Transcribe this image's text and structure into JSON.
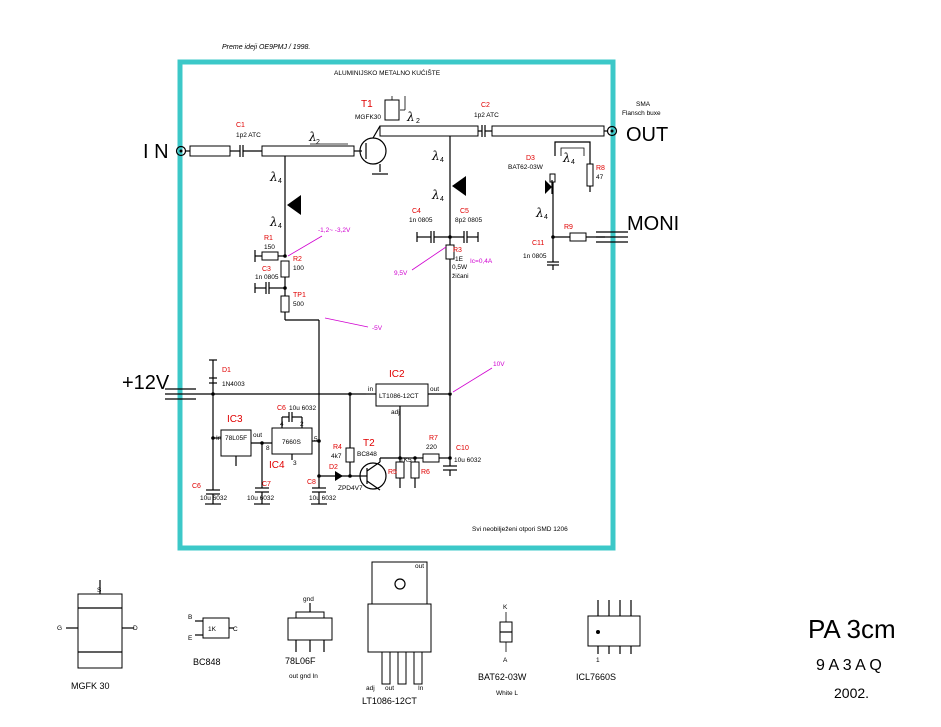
{
  "header": {
    "note": "Preme ideji OE9PMJ / 1998."
  },
  "enclosure": {
    "label": "ALUMINIJSKO METALNO KUĆIŠTE",
    "color": "#3cc8c8"
  },
  "ports": {
    "in": "I N",
    "out": "OUT",
    "moni": "MONI",
    "supply": "+12V",
    "sma": "SMA",
    "sma2": "Flansch buxe"
  },
  "lambda": {
    "sym": "λ",
    "q": "4",
    "h": "2"
  },
  "components": {
    "c1": {
      "ref": "C1",
      "val": "1p2 ATC"
    },
    "c2": {
      "ref": "C2",
      "val": "1p2 ATC"
    },
    "t1": {
      "ref": "T1",
      "val": "MGFK30"
    },
    "d3": {
      "ref": "D3",
      "val": "BAT62-03W"
    },
    "r8": {
      "ref": "R8",
      "val": "47"
    },
    "r9": {
      "ref": "R9"
    },
    "c11": {
      "ref": "C11",
      "val": "1n 0805"
    },
    "r1": {
      "ref": "R1",
      "val": "150"
    },
    "r2": {
      "ref": "R2",
      "val": "100"
    },
    "c3": {
      "ref": "C3",
      "val": "1n 0805"
    },
    "tp1": {
      "ref": "TP1",
      "val": "500"
    },
    "c4": {
      "ref": "C4",
      "val": "1n 0805"
    },
    "c5": {
      "ref": "C5",
      "val": "8p2 0805"
    },
    "r3": {
      "ref": "R3",
      "val1": "1E",
      "val2": "0,5W",
      "val3": "žičani"
    },
    "d1": {
      "ref": "D1",
      "val": "1N4003"
    },
    "ic2": {
      "ref": "IC2",
      "val": "LT1086-12CT",
      "in": "in",
      "out": "out",
      "adj": "adj"
    },
    "ic3": {
      "ref": "IC3",
      "val": "78L05F",
      "in": "In",
      "out": "out"
    },
    "ic4": {
      "ref": "IC4",
      "val": "7660S",
      "p4": "4",
      "p2": "2",
      "p8": "8",
      "p5": "5",
      "p3": "3"
    },
    "c6": {
      "ref": "C6",
      "val": "10u 6032"
    },
    "c5b": {
      "ref": "C6",
      "val": "10u 6032"
    },
    "c7": {
      "ref": "C7",
      "val": "10u 6032"
    },
    "c8": {
      "ref": "C8",
      "val": "10u 6032"
    },
    "r4": {
      "ref": "R4",
      "val": "4k7"
    },
    "d2": {
      "ref": "D2",
      "val": "ZPD4V7"
    },
    "t2": {
      "ref": "T2",
      "val": "BC848"
    },
    "r5": {
      "ref": "R5"
    },
    "r6": {
      "ref": "R6"
    },
    "r7": {
      "ref": "R7",
      "val": "220"
    },
    "r1k5": {
      "val": "1K5"
    },
    "c10": {
      "ref": "C10",
      "val": "10u 6032"
    }
  },
  "annotations": {
    "vgate": "-1,2~ -3,2V",
    "vdrain": "9,5V",
    "idrain": "Ic=0,4A",
    "vneg": "-5V",
    "v10": "10V",
    "smd_note": "Svi neobilježeni otpori SMD 1206"
  },
  "pinouts": {
    "mgfk": {
      "name": "MGFK 30",
      "s": "S",
      "g": "G",
      "d": "D"
    },
    "bc848": {
      "name": "BC848",
      "b": "B",
      "c": "C",
      "e": "E",
      "mark": "1K"
    },
    "l78": {
      "name": "78L06F",
      "gnd": "gnd",
      "pins": "out   gnd   In"
    },
    "lt": {
      "name": "LT1086-12CT",
      "tab": "out",
      "adj": "adj",
      "out": "out",
      "in": "In"
    },
    "bat": {
      "name": "BAT62-03W",
      "k": "K",
      "a": "A",
      "mark": "White L"
    },
    "icl": {
      "name": "ICL7660S",
      "pin1": "1"
    }
  },
  "title": {
    "main": "PA 3cm",
    "call": "9 A 3 A Q",
    "year": "2002."
  }
}
